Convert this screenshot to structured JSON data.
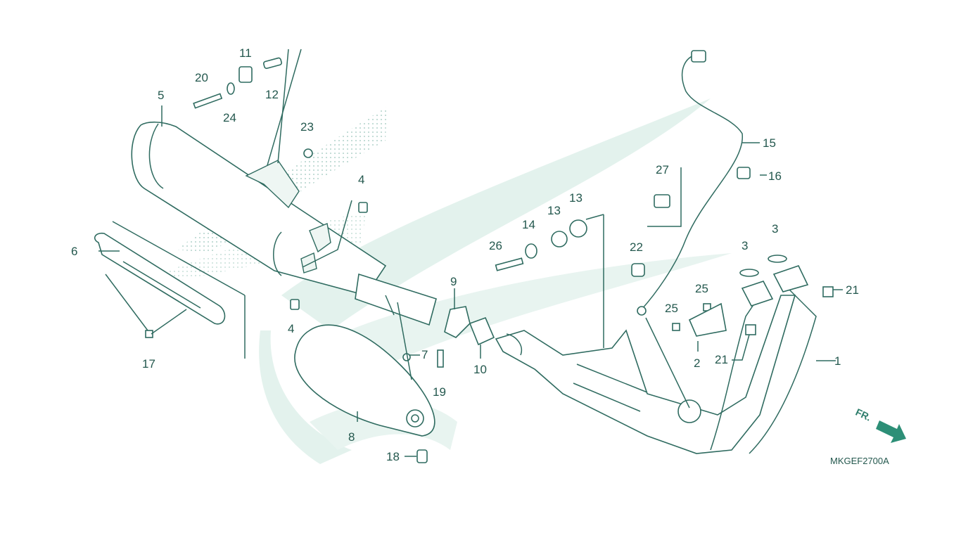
{
  "diagram_code": "MKGEF2700A",
  "direction_label": "FR.",
  "callouts": {
    "c1": "1",
    "c2": "2",
    "c3a": "3",
    "c3b": "3",
    "c4a": "4",
    "c4b": "4",
    "c5": "5",
    "c6": "6",
    "c7": "7",
    "c8": "8",
    "c9": "9",
    "c10": "10",
    "c11": "11",
    "c12": "12",
    "c13a": "13",
    "c13b": "13",
    "c14": "14",
    "c15": "15",
    "c16": "16",
    "c17": "17",
    "c18": "18",
    "c19": "19",
    "c20": "20",
    "c21a": "21",
    "c21b": "21",
    "c22": "22",
    "c23": "23",
    "c24": "24",
    "c25a": "25",
    "c25b": "25",
    "c26": "26",
    "c27": "27"
  },
  "colors": {
    "line": "#2f6b60",
    "watermark": "#dff0ea",
    "arrow": "#2d8f77"
  }
}
